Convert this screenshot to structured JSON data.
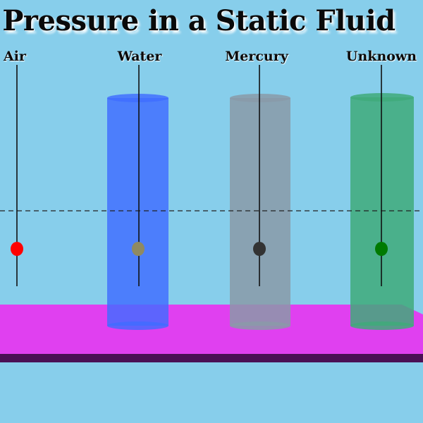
{
  "title": "Pressure in a Static Fluid",
  "colors": {
    "background": "#87ceeb",
    "floor_top": "#e040f0",
    "floor_side": "#4a1055",
    "probe_line": "#111111",
    "reference_line": "#222222"
  },
  "probes": [
    {
      "label": "Air",
      "probe_color": "#ff0000"
    },
    {
      "label": "Water",
      "probe_color": "#8f8a62",
      "fluid_color": "#3f6cff"
    },
    {
      "label": "Mercury",
      "probe_color": "#333333",
      "fluid_color": "#8a9aa8"
    },
    {
      "label": "Unknown",
      "probe_color": "#007a00",
      "fluid_color": "#3faa7a"
    }
  ]
}
